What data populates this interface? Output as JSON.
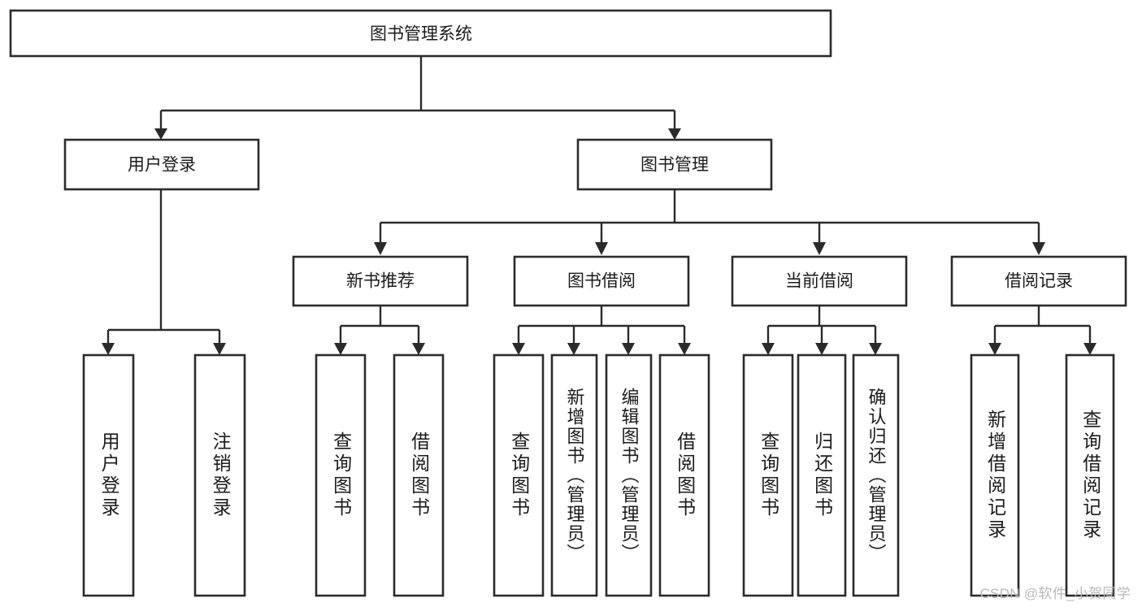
{
  "diagram": {
    "type": "tree",
    "title": "图书管理系统",
    "root": {
      "id": "root",
      "label": "图书管理系统"
    },
    "level2": [
      {
        "id": "user-login",
        "label": "用户登录"
      },
      {
        "id": "book-manage",
        "label": "图书管理"
      }
    ],
    "level3": [
      {
        "id": "new-book-recommend",
        "label": "新书推荐",
        "parent": "book-manage"
      },
      {
        "id": "book-borrow",
        "label": "图书借阅",
        "parent": "book-manage"
      },
      {
        "id": "current-borrow",
        "label": "当前借阅",
        "parent": "book-manage"
      },
      {
        "id": "borrow-record",
        "label": "借阅记录",
        "parent": "book-manage"
      }
    ],
    "leaves": [
      {
        "id": "leaf-user-login",
        "label": "用户登录",
        "parent": "user-login"
      },
      {
        "id": "leaf-logout",
        "label": "注销登录",
        "parent": "user-login"
      },
      {
        "id": "leaf-query-book-1",
        "label": "查询图书",
        "parent": "new-book-recommend"
      },
      {
        "id": "leaf-borrow-book-1",
        "label": "借阅图书",
        "parent": "new-book-recommend"
      },
      {
        "id": "leaf-query-book-2",
        "label": "查询图书",
        "parent": "book-borrow"
      },
      {
        "id": "leaf-add-book",
        "label": "新增图书（管理员）",
        "parent": "book-borrow"
      },
      {
        "id": "leaf-edit-book",
        "label": "编辑图书（管理员）",
        "parent": "book-borrow"
      },
      {
        "id": "leaf-borrow-book-2",
        "label": "借阅图书",
        "parent": "book-borrow"
      },
      {
        "id": "leaf-query-book-3",
        "label": "查询图书",
        "parent": "current-borrow"
      },
      {
        "id": "leaf-return-book",
        "label": "归还图书",
        "parent": "current-borrow"
      },
      {
        "id": "leaf-confirm-return",
        "label": "确认归还（管理员）",
        "parent": "current-borrow"
      },
      {
        "id": "leaf-add-record",
        "label": "新增借阅记录",
        "parent": "borrow-record"
      },
      {
        "id": "leaf-query-record",
        "label": "查询借阅记录",
        "parent": "borrow-record"
      }
    ],
    "colors": {
      "box_stroke": "#2b2b2b",
      "box_fill": "#ffffff",
      "connector": "#2b2b2b",
      "label": "#1b1b1b",
      "watermark": "#b9b9b9",
      "background": "#ffffff"
    }
  },
  "watermark": {
    "text": "CSDN @软件_小贺同学"
  }
}
